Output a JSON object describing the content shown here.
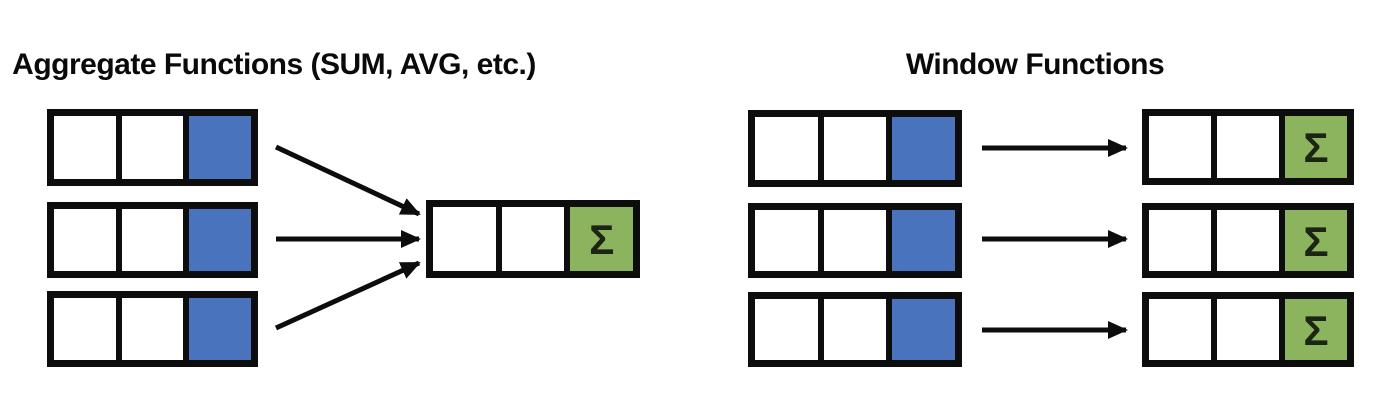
{
  "page": {
    "background": "#ffffff"
  },
  "colors": {
    "border_black": "#0d0d0d",
    "arrow_black": "#0d0d0d",
    "highlight_blue": "#4a73be",
    "result_green": "#8cb45e",
    "cell_white": "#ffffff",
    "title_color": "#0a0a0a",
    "sigma_color": "#1c2413"
  },
  "sigma_label": "Σ",
  "aggregate_panel": {
    "title": "Aggregate Functions (SUM, AVG, etc.)",
    "description": "three source rows with blue highlighted last cell, arrows converge into one result row with sigma cell",
    "source_rows": [
      {
        "cells": [
          "white",
          "white",
          "blue"
        ]
      },
      {
        "cells": [
          "white",
          "white",
          "blue"
        ]
      },
      {
        "cells": [
          "white",
          "white",
          "blue"
        ]
      }
    ],
    "result_row": {
      "cells": [
        "white",
        "white",
        "green-sigma"
      ]
    }
  },
  "window_panel": {
    "title": "Window Functions",
    "description": "three source rows with blue highlighted last cell, each row maps by its own arrow to a result row with sigma cell",
    "source_rows": [
      {
        "cells": [
          "white",
          "white",
          "blue"
        ]
      },
      {
        "cells": [
          "white",
          "white",
          "blue"
        ]
      },
      {
        "cells": [
          "white",
          "white",
          "blue"
        ]
      }
    ],
    "result_rows": [
      {
        "cells": [
          "white",
          "white",
          "green-sigma"
        ]
      },
      {
        "cells": [
          "white",
          "white",
          "green-sigma"
        ]
      },
      {
        "cells": [
          "white",
          "white",
          "green-sigma"
        ]
      }
    ]
  }
}
